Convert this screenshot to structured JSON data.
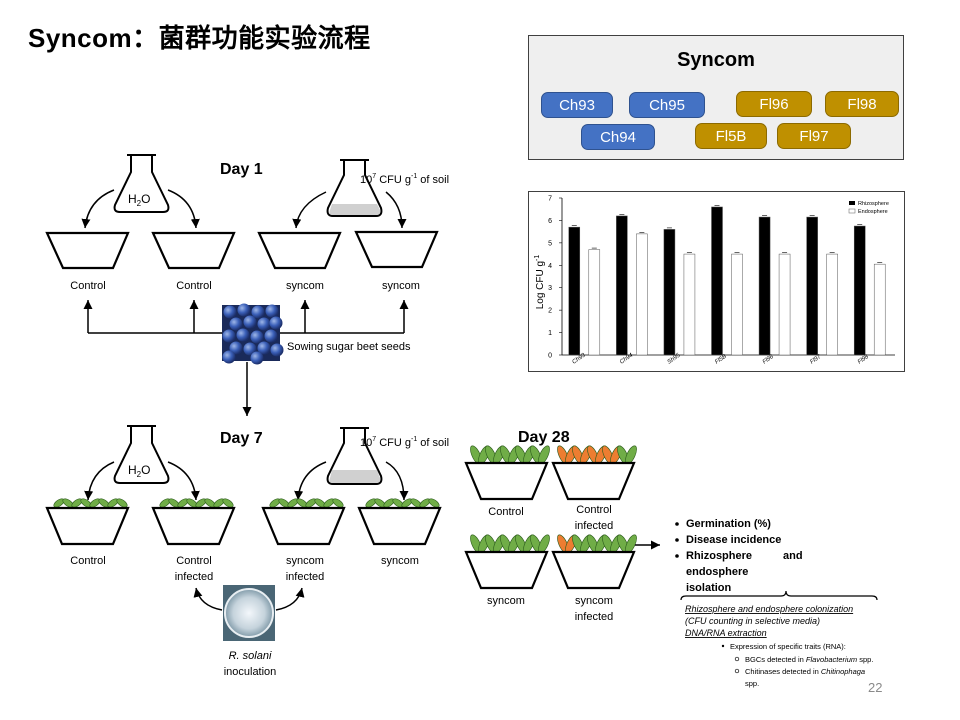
{
  "title": "Syncom：菌群功能实验流程",
  "syncom_box": {
    "title": "Syncom",
    "strains_blue": [
      "Ch93",
      "Ch95",
      "Ch94"
    ],
    "strains_gold": [
      "Fl96",
      "Fl98",
      "Fl5B",
      "Fl97"
    ],
    "colors": {
      "blue": "#4472c4",
      "gold": "#bf9000"
    }
  },
  "chart_data": {
    "type": "bar",
    "categories": [
      "Ch93",
      "Ch94",
      "Sh95",
      "Fl5B",
      "Fl96",
      "Fl97",
      "Fl98"
    ],
    "series": [
      {
        "name": "Rhizosphere",
        "values": [
          5.7,
          6.2,
          5.6,
          6.6,
          6.15,
          6.15,
          5.75
        ],
        "color": "#000000"
      },
      {
        "name": "Endosphere",
        "values": [
          4.7,
          5.4,
          4.5,
          4.5,
          4.5,
          4.5,
          4.05
        ],
        "color": "#ffffff"
      }
    ],
    "ylabel_main": "Log CFU g",
    "ylabel_exp": "-1",
    "ylim": [
      0,
      7
    ],
    "yticks": [
      "0",
      "1",
      "2",
      "3",
      "4",
      "5",
      "6",
      "7"
    ],
    "legend_position": "top-right"
  },
  "workflow": {
    "day1": "Day 1",
    "day7": "Day 7",
    "day28": "Day 28",
    "water": "H",
    "water_sub": "2",
    "water_end": "O",
    "cfu_base": "10",
    "cfu_exp": "7",
    "cfu_unit": " CFU g",
    "cfu_unit_exp": "-1",
    "cfu_tail": " of soil",
    "control": "Control",
    "syncom": "syncom",
    "control_infected_1": "Control",
    "control_infected_2": "infected",
    "syncom_infected_1": "syncom",
    "syncom_infected_2": "infected",
    "sowing": "Sowing sugar beet seeds",
    "rsolani": "R. solani",
    "inoculation": "inoculation"
  },
  "outcomes": {
    "items": [
      "Germination (%)",
      "Disease incidence",
      "Rhizosphere",
      "endosphere",
      "isolation"
    ],
    "and_word": "and",
    "details_1": "Rhizosphere and endosphere colonization",
    "details_2": "(CFU counting in selective media)",
    "details_3": "DNA/RNA extraction",
    "details_4": "Expression of specific traits (RNA):",
    "details_5a": "BGCs detected in ",
    "details_5b": "Flavobacterium",
    "details_5c": " spp.",
    "details_6a": "Chitinases    detected    in    ",
    "details_6b": "Chitinophaga",
    "details_7": "spp."
  },
  "page_number": "22"
}
